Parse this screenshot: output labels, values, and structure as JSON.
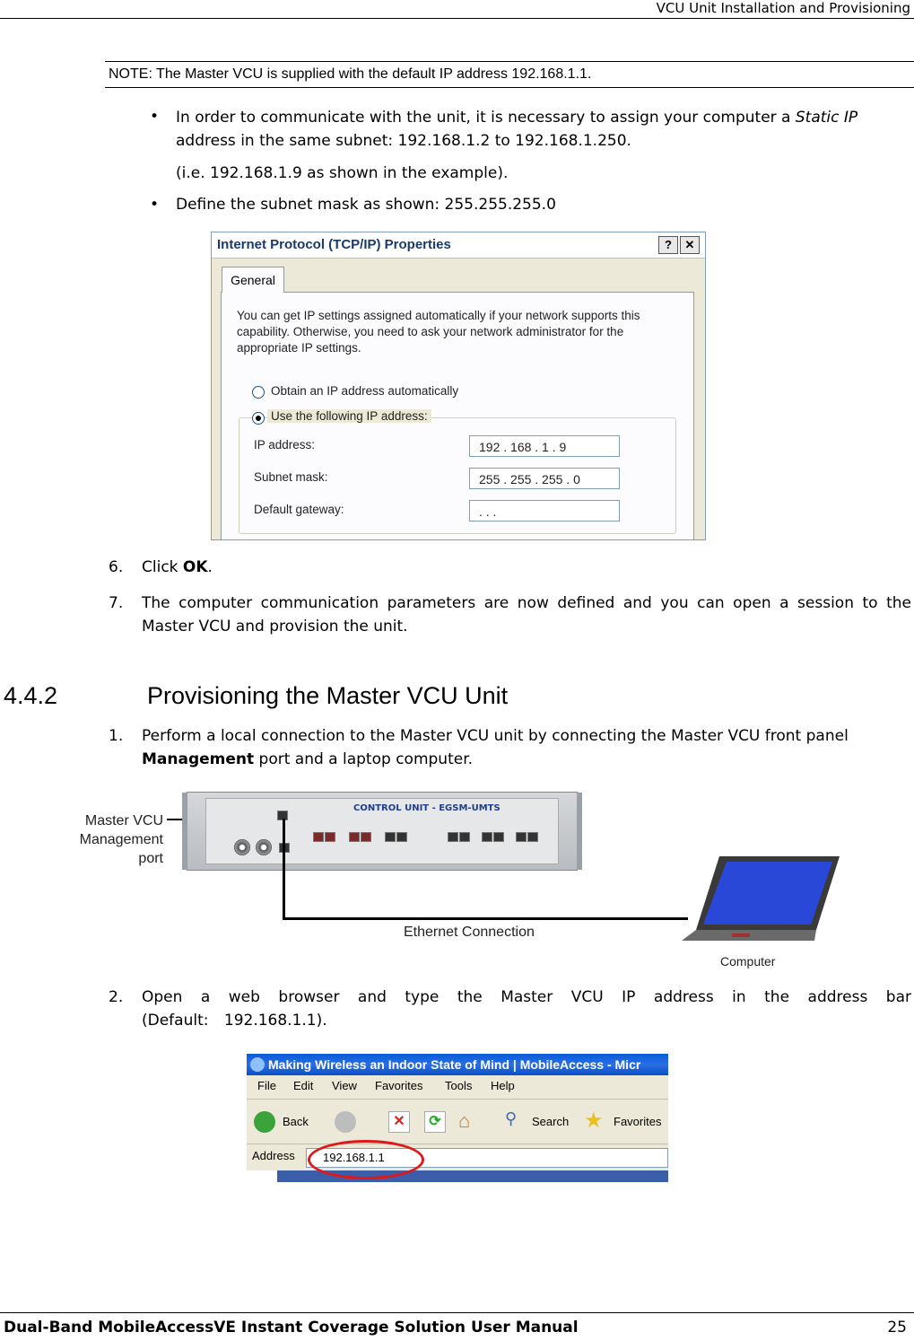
{
  "header": {
    "title": "VCU Unit Installation and Provisioning"
  },
  "note": {
    "text": "NOTE: The Master VCU is supplied with the default IP address 192.168.1.1."
  },
  "bullets": {
    "b1_part1": "In order to communicate with the unit, it is necessary to assign your computer a ",
    "b1_italic": "Static IP",
    "b1_part2": " address in the same subnet: 192.168.1.2 to 192.168.1.250.",
    "b1_sub": "(i.e. 192.168.1.9 as shown in the example).",
    "b2": "Define the subnet mask as shown: 255.255.255.0"
  },
  "dialog": {
    "title": "Internet Protocol (TCP/IP) Properties",
    "help_btn": "?",
    "close_btn": "✕",
    "tab": "General",
    "description": "You can get IP settings assigned automatically if your network supports this capability. Otherwise, you need to ask your network administrator for the appropriate IP settings.",
    "radio_auto": "Obtain an IP address automatically",
    "radio_manual": "Use the following IP address:",
    "ip_label": "IP address:",
    "ip_value": "192 . 168 .  1  .  9",
    "subnet_label": "Subnet mask:",
    "subnet_value": "255 . 255 . 255 .  0",
    "gateway_label": "Default gateway:",
    "gateway_value": "       .        .        ."
  },
  "steps": {
    "s6_num": "6.",
    "s6_text": "Click ",
    "s6_bold": "OK",
    "s6_end": ".",
    "s7_num": "7.",
    "s7_text": "The computer communication parameters are now defined and you can open a session to the Master VCU and provision the unit."
  },
  "section": {
    "number": "4.4.2",
    "title": "Provisioning the Master VCU Unit"
  },
  "steps2": {
    "s1_num": "1.",
    "s1_text": "Perform a local connection to the Master VCU unit by connecting the Master VCU front panel ",
    "s1_bold": "Management",
    "s1_end": " port and a laptop computer.",
    "s2_num": "2.",
    "s2_text": "Open a web browser and type the Master VCU IP address in the address bar (Default: 192.168.1.1)."
  },
  "diagram": {
    "label_line1": "Master VCU",
    "label_line2": "Management",
    "label_line3": "port",
    "rack_title": "CONTROL UNIT - EGSM-UMTS",
    "connection_label": "Ethernet Connection",
    "computer_label": "Computer"
  },
  "browser": {
    "title": "Making Wireless an Indoor State of Mind | MobileAccess - Micr",
    "menu": [
      "File",
      "Edit",
      "View",
      "Favorites",
      "Tools",
      "Help"
    ],
    "back": "Back",
    "search": "Search",
    "favorites": "Favorites",
    "address_label": "Address",
    "address_value": "192.168.1.1"
  },
  "footer": {
    "manual": "Dual-Band MobileAccessVE Instant Coverage Solution User Manual",
    "page": "25"
  }
}
